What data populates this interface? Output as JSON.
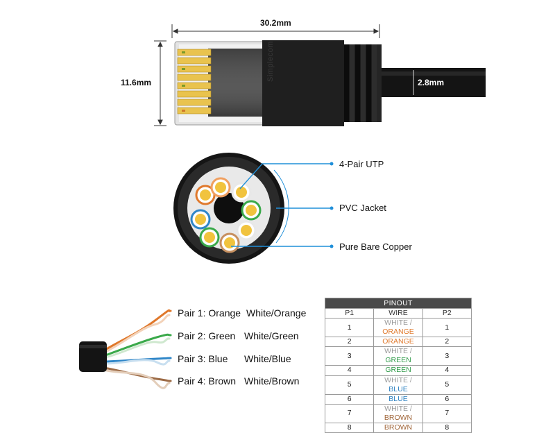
{
  "dimensions": {
    "length": "30.2mm",
    "height": "11.6mm",
    "cable_diameter": "2.8mm"
  },
  "brand_text": "Simplecom",
  "cross_section_labels": {
    "utp": "4-Pair UTP",
    "jacket": "PVC Jacket",
    "copper": "Pure Bare Copper"
  },
  "pairs": [
    {
      "name": "Pair 1: Orange",
      "wire": "White/Orange",
      "color": "#e0782b"
    },
    {
      "name": "Pair 2: Green",
      "wire": "White/Green",
      "color": "#3aa94a"
    },
    {
      "name": "Pair 3: Blue",
      "wire": "White/Blue",
      "color": "#2f86c8"
    },
    {
      "name": "Pair 4: Brown",
      "wire": "White/Brown",
      "color": "#9c6a45"
    }
  ],
  "pinout": {
    "title": "PINOUT",
    "headers": [
      "P1",
      "WIRE",
      "P2"
    ],
    "rows": [
      {
        "p1": "1",
        "white": "WHITE /",
        "color_name": "ORANGE",
        "color_class": "w-orange",
        "p2": "1"
      },
      {
        "p1": "2",
        "white": "",
        "color_name": "ORANGE",
        "color_class": "w-orange",
        "p2": "2"
      },
      {
        "p1": "3",
        "white": "WHITE /",
        "color_name": "GREEN",
        "color_class": "w-green",
        "p2": "3"
      },
      {
        "p1": "4",
        "white": "",
        "color_name": "GREEN",
        "color_class": "w-green",
        "p2": "4"
      },
      {
        "p1": "5",
        "white": "WHITE /",
        "color_name": "BLUE",
        "color_class": "w-blue",
        "p2": "5"
      },
      {
        "p1": "6",
        "white": "",
        "color_name": "BLUE",
        "color_class": "w-blue",
        "p2": "6"
      },
      {
        "p1": "7",
        "white": "WHITE /",
        "color_name": "BROWN",
        "color_class": "w-brown",
        "p2": "7"
      },
      {
        "p1": "8",
        "white": "",
        "color_name": "BROWN",
        "color_class": "w-brown",
        "p2": "8"
      }
    ]
  },
  "colors": {
    "accent_blue": "#1f8fd9",
    "connector_black": "#1a1a1a",
    "contact_gold": "#e8c14a"
  }
}
